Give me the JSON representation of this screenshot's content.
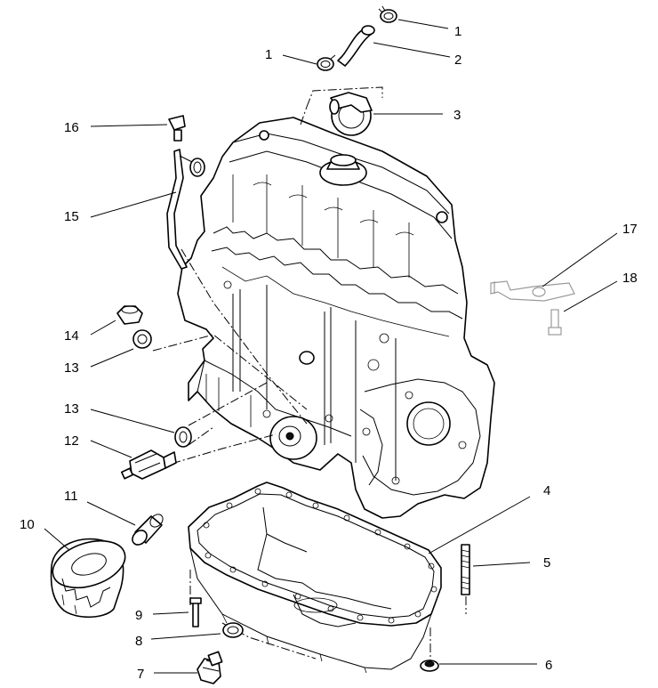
{
  "callouts": [
    {
      "id": "c1a",
      "text": "1"
    },
    {
      "id": "c1b",
      "text": "1"
    },
    {
      "id": "c2",
      "text": "2"
    },
    {
      "id": "c3",
      "text": "3"
    },
    {
      "id": "c4",
      "text": "4"
    },
    {
      "id": "c5",
      "text": "5"
    },
    {
      "id": "c6",
      "text": "6"
    },
    {
      "id": "c7",
      "text": "7"
    },
    {
      "id": "c8",
      "text": "8"
    },
    {
      "id": "c9",
      "text": "9"
    },
    {
      "id": "c10",
      "text": "10"
    },
    {
      "id": "c11",
      "text": "11"
    },
    {
      "id": "c12",
      "text": "12"
    },
    {
      "id": "c13a",
      "text": "13"
    },
    {
      "id": "c13b",
      "text": "13"
    },
    {
      "id": "c14",
      "text": "14"
    },
    {
      "id": "c15",
      "text": "15"
    },
    {
      "id": "c16",
      "text": "16"
    },
    {
      "id": "c17",
      "text": "17"
    },
    {
      "id": "c18",
      "text": "18"
    }
  ]
}
